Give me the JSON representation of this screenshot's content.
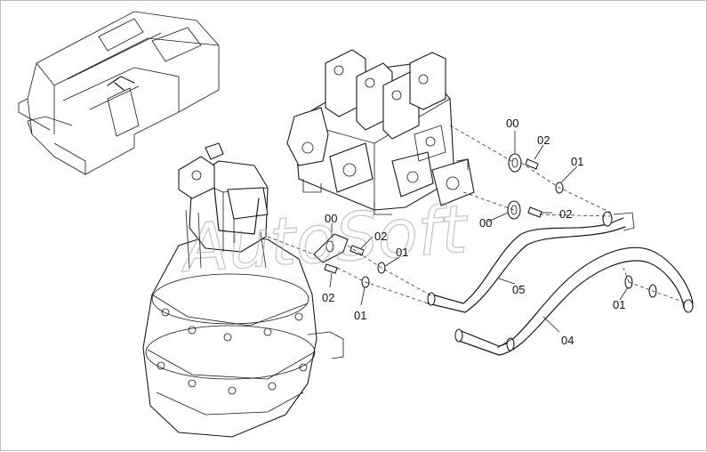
{
  "diagram": {
    "watermark": "AutoSoft",
    "part_labels": {
      "p00_upper": "00",
      "p02_upper": "02",
      "p01_upper": "01",
      "p00_mid": "00",
      "p02_mid": "02",
      "p00_left": "00",
      "p02_left_a": "02",
      "p01_left_a": "01",
      "p02_left_b": "02",
      "p01_left_b": "01",
      "p05": "05",
      "p04": "04",
      "p01_right": "01"
    }
  }
}
